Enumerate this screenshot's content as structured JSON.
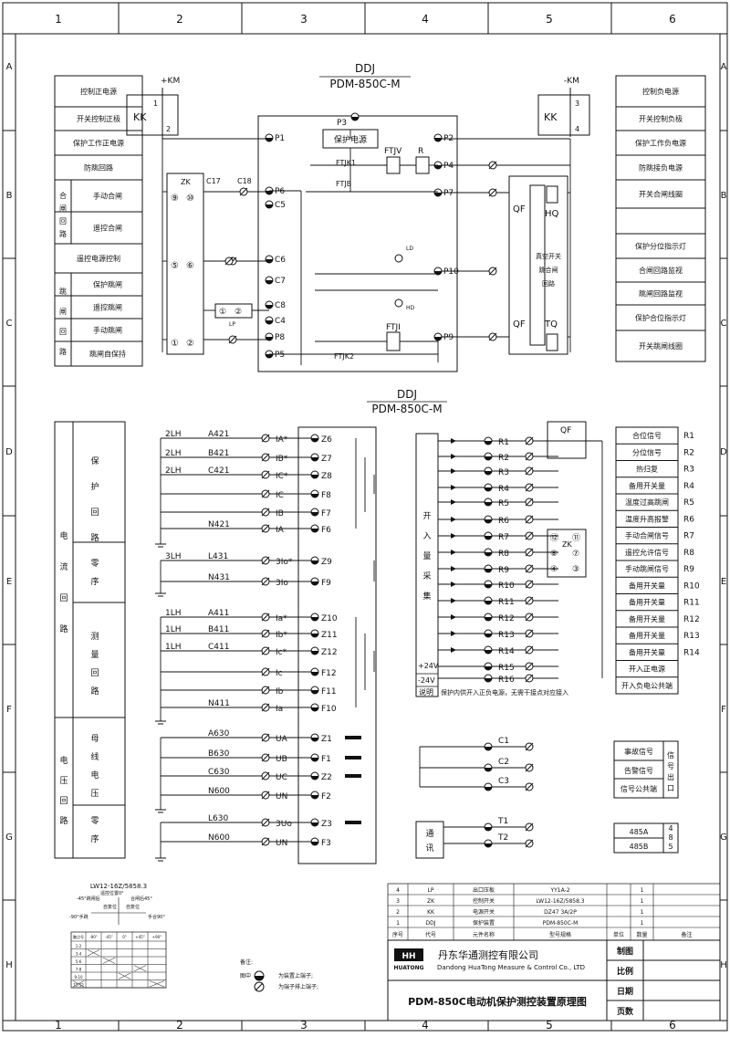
{
  "grid": {
    "columns": [
      "1",
      "2",
      "3",
      "4",
      "5",
      "6"
    ],
    "rows": [
      "A",
      "B",
      "C",
      "D",
      "E",
      "F",
      "G",
      "H"
    ]
  },
  "top_diagram": {
    "title_line1": "DDJ",
    "title_line2": "PDM-850C-M",
    "left_labels": [
      "控制正电源",
      "开关控制正极",
      "保护工作正电源",
      "防跳回路",
      "手动合闸",
      "遥控合闸",
      "遥控电源控制",
      "保护跳闸",
      "遥控跳闸",
      "手动跳闸",
      "跳闸自保持"
    ],
    "left_group_hezha": "合闸回路",
    "left_group_tiaozha": "跳闸回路",
    "right_labels": [
      "控制负电源",
      "开关控制负极",
      "保护工作负电源",
      "防跳接负电源",
      "开关合闸线圈",
      "保护分位指示灯",
      "合闸回路监视",
      "跳闸回路监视",
      "保护合位指示灯",
      "开关跳闸线圈"
    ],
    "plus_km": "+KM",
    "minus_km": "-KM",
    "kk": "KK",
    "kk_nums": [
      "1",
      "2",
      "3",
      "4"
    ],
    "zk": "ZK",
    "terminals_left": [
      "P1",
      "P6",
      "C5",
      "C6",
      "C7",
      "C8",
      "C4",
      "P8",
      "P5"
    ],
    "terminals_right": [
      "P2",
      "P4",
      "P7",
      "P10",
      "P9"
    ],
    "p3": "P3",
    "power_box": "保护电源",
    "relays": [
      "FTJV",
      "R",
      "FTJK1",
      "FTJB",
      "FTJI",
      "FTJK2"
    ],
    "lamps": [
      "LD",
      "HD"
    ],
    "zk_contacts": [
      "⑨",
      "⑩",
      "⑤",
      "⑥",
      "①",
      "②"
    ],
    "lp_contacts": [
      "①",
      "②"
    ],
    "lp": "LP",
    "c17": "C17",
    "c18": "C18",
    "vacuum_switch": "真空开关跳合闸回路",
    "qf": "QF",
    "hq": "HQ",
    "tq": "TQ"
  },
  "bottom_diagram": {
    "title_line1": "DDJ",
    "title_line2": "PDM-850C-M",
    "left_group_current": "电流回路",
    "left_group_voltage": "电压回路",
    "sub_groups": [
      "保护回路",
      "零序",
      "测量回路",
      "母线电压",
      "零序"
    ],
    "ct_rows": [
      {
        "ct": "2LH",
        "wire": "A421",
        "term": "IA*",
        "pin": "Z6"
      },
      {
        "ct": "2LH",
        "wire": "B421",
        "term": "IB*",
        "pin": "Z7"
      },
      {
        "ct": "2LH",
        "wire": "C421",
        "term": "IC*",
        "pin": "Z8"
      },
      {
        "ct": "",
        "wire": "",
        "term": "IC",
        "pin": "F8"
      },
      {
        "ct": "",
        "wire": "",
        "term": "IB",
        "pin": "F7"
      },
      {
        "ct": "",
        "wire": "N421",
        "term": "IA",
        "pin": "F6"
      },
      {
        "ct": "3LH",
        "wire": "L431",
        "term": "3Io*",
        "pin": "Z9"
      },
      {
        "ct": "",
        "wire": "N431",
        "term": "3Io",
        "pin": "F9"
      },
      {
        "ct": "1LH",
        "wire": "A411",
        "term": "Ia*",
        "pin": "Z10"
      },
      {
        "ct": "1LH",
        "wire": "B411",
        "term": "Ib*",
        "pin": "Z11"
      },
      {
        "ct": "1LH",
        "wire": "C411",
        "term": "Ic*",
        "pin": "Z12"
      },
      {
        "ct": "",
        "wire": "",
        "term": "Ic",
        "pin": "F12"
      },
      {
        "ct": "",
        "wire": "",
        "term": "Ib",
        "pin": "F11"
      },
      {
        "ct": "",
        "wire": "N411",
        "term": "Ia",
        "pin": "F10"
      },
      {
        "ct": "",
        "wire": "A630",
        "term": "UA",
        "pin": "Z1"
      },
      {
        "ct": "",
        "wire": "B630",
        "term": "UB",
        "pin": "F1"
      },
      {
        "ct": "",
        "wire": "C630",
        "term": "UC",
        "pin": "Z2"
      },
      {
        "ct": "",
        "wire": "N600",
        "term": "UN",
        "pin": "F2"
      },
      {
        "ct": "",
        "wire": "L630",
        "term": "3Uo",
        "pin": "Z3"
      },
      {
        "ct": "",
        "wire": "N600",
        "term": "UN",
        "pin": "F3"
      }
    ],
    "input_box": "开入量采集",
    "input_pins": [
      "R1",
      "R2",
      "R3",
      "R4",
      "R5",
      "R6",
      "R7",
      "R8",
      "R9",
      "R10",
      "R11",
      "R12",
      "R13",
      "R14",
      "R15",
      "R16"
    ],
    "plus24": "+24V",
    "minus24": "-24V",
    "note_label": "说明",
    "note_text": "保护内供开入正负电源，无需干接点对应接入",
    "qf": "QF",
    "zk": "ZK",
    "zk_contacts": [
      "⑫",
      "⑪",
      "⑧",
      "⑦",
      "④",
      "③"
    ],
    "right_signals": [
      {
        "label": "合位信号",
        "pin": "R1"
      },
      {
        "label": "分位信号",
        "pin": "R2"
      },
      {
        "label": "热归复",
        "pin": "R3"
      },
      {
        "label": "备用开关量",
        "pin": "R4"
      },
      {
        "label": "温度过高跳闸",
        "pin": "R5"
      },
      {
        "label": "温度升高报警",
        "pin": "R6"
      },
      {
        "label": "手动合闸信号",
        "pin": "R7"
      },
      {
        "label": "遥控允许信号",
        "pin": "R8"
      },
      {
        "label": "手动跳闸信号",
        "pin": "R9"
      },
      {
        "label": "备用开关量",
        "pin": "R10"
      },
      {
        "label": "备用开关量",
        "pin": "R11"
      },
      {
        "label": "备用开关量",
        "pin": "R12"
      },
      {
        "label": "备用开关量",
        "pin": "R13"
      },
      {
        "label": "备用开关量",
        "pin": "R14"
      },
      {
        "label": "开入正电源",
        "pin": ""
      },
      {
        "label": "开入负电公共端",
        "pin": ""
      }
    ],
    "signal_pins": [
      "C1",
      "C2",
      "C3"
    ],
    "signal_out": [
      "事故信号",
      "告警信号",
      "信号公共端"
    ],
    "signal_out_group": "信号出口",
    "comm_box": "通讯",
    "comm_pins": [
      "T1",
      "T2"
    ],
    "rs485": [
      "485A",
      "485B"
    ],
    "rs485_label": "485"
  },
  "switch_table": {
    "title": "LW12-16Z/5858.3",
    "dial_labels": [
      "-45°跳闸后",
      "合闸后45°",
      "遥控位置0°",
      "自复位",
      "自复位",
      "-90°手跳",
      "手合90°"
    ],
    "headers": [
      "触点号",
      "-90°",
      "-45°",
      "0°",
      "+45°",
      "+90°"
    ],
    "rows": [
      "1-2",
      "3-4",
      "5-6",
      "7-8",
      "9-10",
      "11-12"
    ]
  },
  "bom": {
    "headers": [
      "序号",
      "代号",
      "元件名称",
      "型号规格",
      "单位",
      "数量",
      "备注"
    ],
    "rows": [
      [
        "4",
        "LP",
        "出口压板",
        "YY1A-2",
        "",
        "1",
        ""
      ],
      [
        "3",
        "ZK",
        "控制开关",
        "LW12-16Z/5858.3",
        "",
        "1",
        ""
      ],
      [
        "2",
        "KK",
        "电源开关",
        "DZ47 3A/2P",
        "",
        "1",
        ""
      ],
      [
        "1",
        "DDJ",
        "保护装置",
        "PDM-850C-M",
        "",
        "1",
        ""
      ]
    ]
  },
  "legend": {
    "title": "备注:",
    "item1_label": "图中",
    "item1_text": "为装置上端子;",
    "item2_text": "为端子排上端子;"
  },
  "title_block": {
    "company_cn": "丹东华通测控有限公司",
    "company_en": "Dandong HuaTong Measure & Control Co., LTD",
    "logo_text": "HUATONG",
    "drawing_title": "PDM-850C电动机保护测控装置原理图",
    "fields": [
      "制图",
      "比例",
      "日期",
      "页数"
    ]
  }
}
